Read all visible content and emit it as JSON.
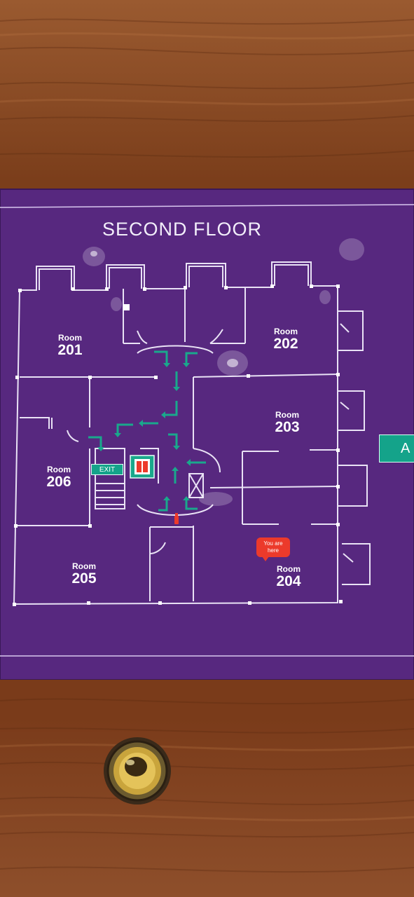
{
  "sign": {
    "title": "SECOND FLOOR",
    "rooms": [
      {
        "word": "Room",
        "number": "201"
      },
      {
        "word": "Room",
        "number": "202"
      },
      {
        "word": "Room",
        "number": "203"
      },
      {
        "word": "Room",
        "number": "206"
      },
      {
        "word": "Room",
        "number": "205"
      },
      {
        "word": "Room",
        "number": "204"
      }
    ],
    "exit_label": "EXIT",
    "you_are_here_line1": "You are",
    "you_are_here_line2": "here",
    "next_tab_text": "A"
  },
  "colors": {
    "sign_purple": "#5a2a84",
    "route_green": "#1aa88c",
    "wood": "#7a3e1c",
    "marker_red": "#ec3a2b"
  },
  "icons": [
    "elevator-icon",
    "fire-extinguisher-icon",
    "route-arrow-icon",
    "stair-icon",
    "bolt-icon"
  ]
}
